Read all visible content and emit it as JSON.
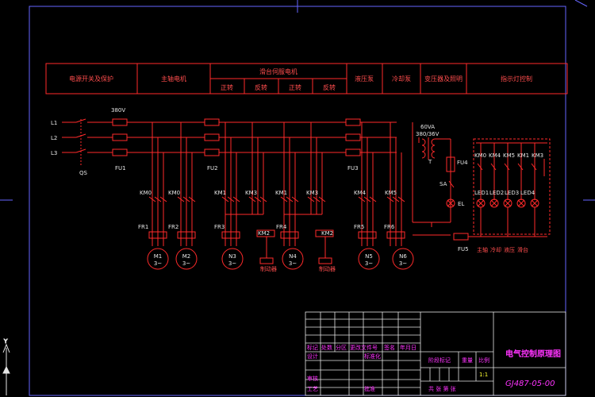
{
  "header": {
    "cols": [
      {
        "id": "power",
        "label": "电源开关及保护"
      },
      {
        "id": "spindle",
        "label": "主轴电机"
      },
      {
        "id": "slide",
        "label": "滑台伺服电机"
      },
      {
        "id": "fwd1",
        "label": "正转"
      },
      {
        "id": "rev1",
        "label": "反转"
      },
      {
        "id": "fwd2",
        "label": "正转"
      },
      {
        "id": "rev2",
        "label": "反转"
      },
      {
        "id": "hydraulic",
        "label": "液压泵"
      },
      {
        "id": "coolant",
        "label": "冷却泵"
      },
      {
        "id": "transformer",
        "label": "变压器及照明"
      },
      {
        "id": "indicator",
        "label": "指示灯控制"
      }
    ]
  },
  "circuit": {
    "phases": [
      "L1",
      "L2",
      "L3"
    ],
    "voltage": "380V",
    "switch": "QS",
    "fuses": [
      "FU1",
      "FU2",
      "FU3",
      "FU4",
      "FU5"
    ],
    "transformer": {
      "rating": "60VA",
      "ratio": "380/36V",
      "label": "T"
    },
    "lamp_switch": "SA",
    "lamp": "EL",
    "contactors": [
      "KM0",
      "KM0",
      "KM1",
      "KM3",
      "KM1",
      "KM3",
      "KM4",
      "KM5"
    ],
    "motor_contacts": [
      "KM2",
      "KM2"
    ],
    "relays": [
      "FR1",
      "FR2",
      "FR3",
      "FR4",
      "FR5",
      "FR6"
    ],
    "motors": [
      {
        "name": "M1",
        "sub": "3~"
      },
      {
        "name": "M2",
        "sub": "3~"
      },
      {
        "name": "N3",
        "sub": "3~"
      },
      {
        "name": "N4",
        "sub": "3~"
      },
      {
        "name": "N5",
        "sub": "3~"
      },
      {
        "name": "N6",
        "sub": "3~"
      }
    ],
    "brake_labels": [
      "制动器",
      "制动器"
    ],
    "indicator_contacts": [
      "KM0",
      "KM4",
      "KM5",
      "KM1",
      "KM3"
    ],
    "leds": [
      "LED1",
      "LED2",
      "LED3",
      "LED4"
    ],
    "led_captions": [
      "主轴",
      "冷却",
      "液压",
      "滑台"
    ]
  },
  "title_block": {
    "row_a": [
      "标记",
      "处数",
      "分区",
      "更改文件号",
      "签名",
      "年月日"
    ],
    "design": "设计",
    "standard": "标准化",
    "stage": "阶段标记",
    "weight": "重量",
    "scale": "比例",
    "scale_value": "1:1",
    "review": "审核",
    "process": "工艺",
    "approve": "批准",
    "sheets": "共  张  第  张",
    "title": "电气控制原理图",
    "drawing_no": "GJ487-05-00"
  },
  "colors": {
    "line": "#ff2a2a",
    "frame": "#6666ff",
    "title_block": "#ff33ff",
    "field": "#ffff33"
  }
}
